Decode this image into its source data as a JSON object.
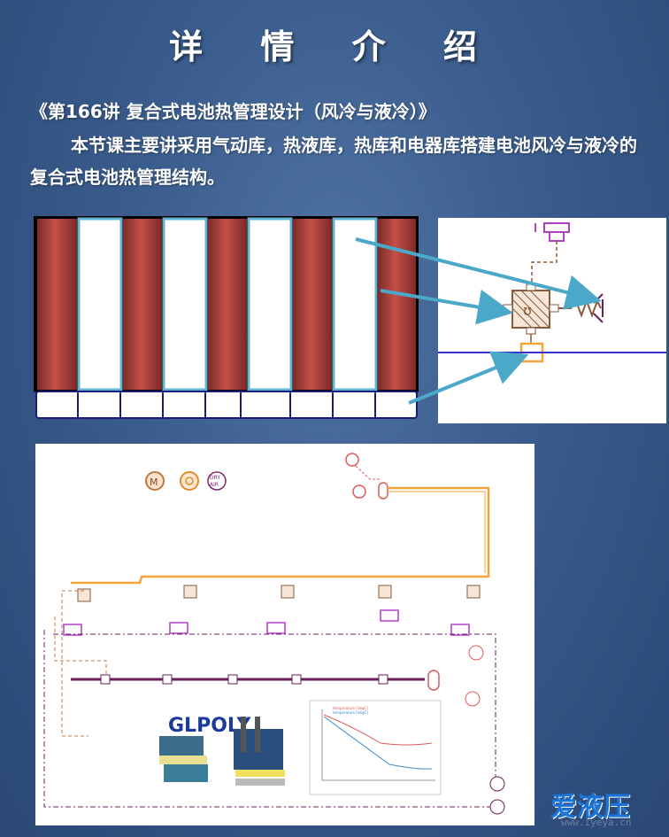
{
  "title": "详 情 介 绍",
  "course_title": "《第166讲 复合式电池热管理设计（风冷与液冷）》",
  "description": "本节课主要讲采用气动库，热液库，热库和电器库搭建电池风冷与液冷的复合式电池热管理结构。",
  "colors": {
    "background": "#3a5c8c",
    "cell_red": "#b8453f",
    "cell_border": "#5fb5d6",
    "arrow": "#4ba8c9",
    "pipe_orange": "#f4a53a",
    "pipe_purple": "#6a1f5a",
    "component_purple": "#b23fc8",
    "component_brown": "#8a5a3a"
  },
  "library_icons": [
    "M",
    "DRY AIR"
  ],
  "inset_logo": "GLPOLY",
  "inset_chart": {
    "legend": [
      "temperature [degC]",
      "temperature [degC]"
    ]
  },
  "watermark": {
    "brand": "爱液压",
    "url": "www.iyeya.cn"
  }
}
